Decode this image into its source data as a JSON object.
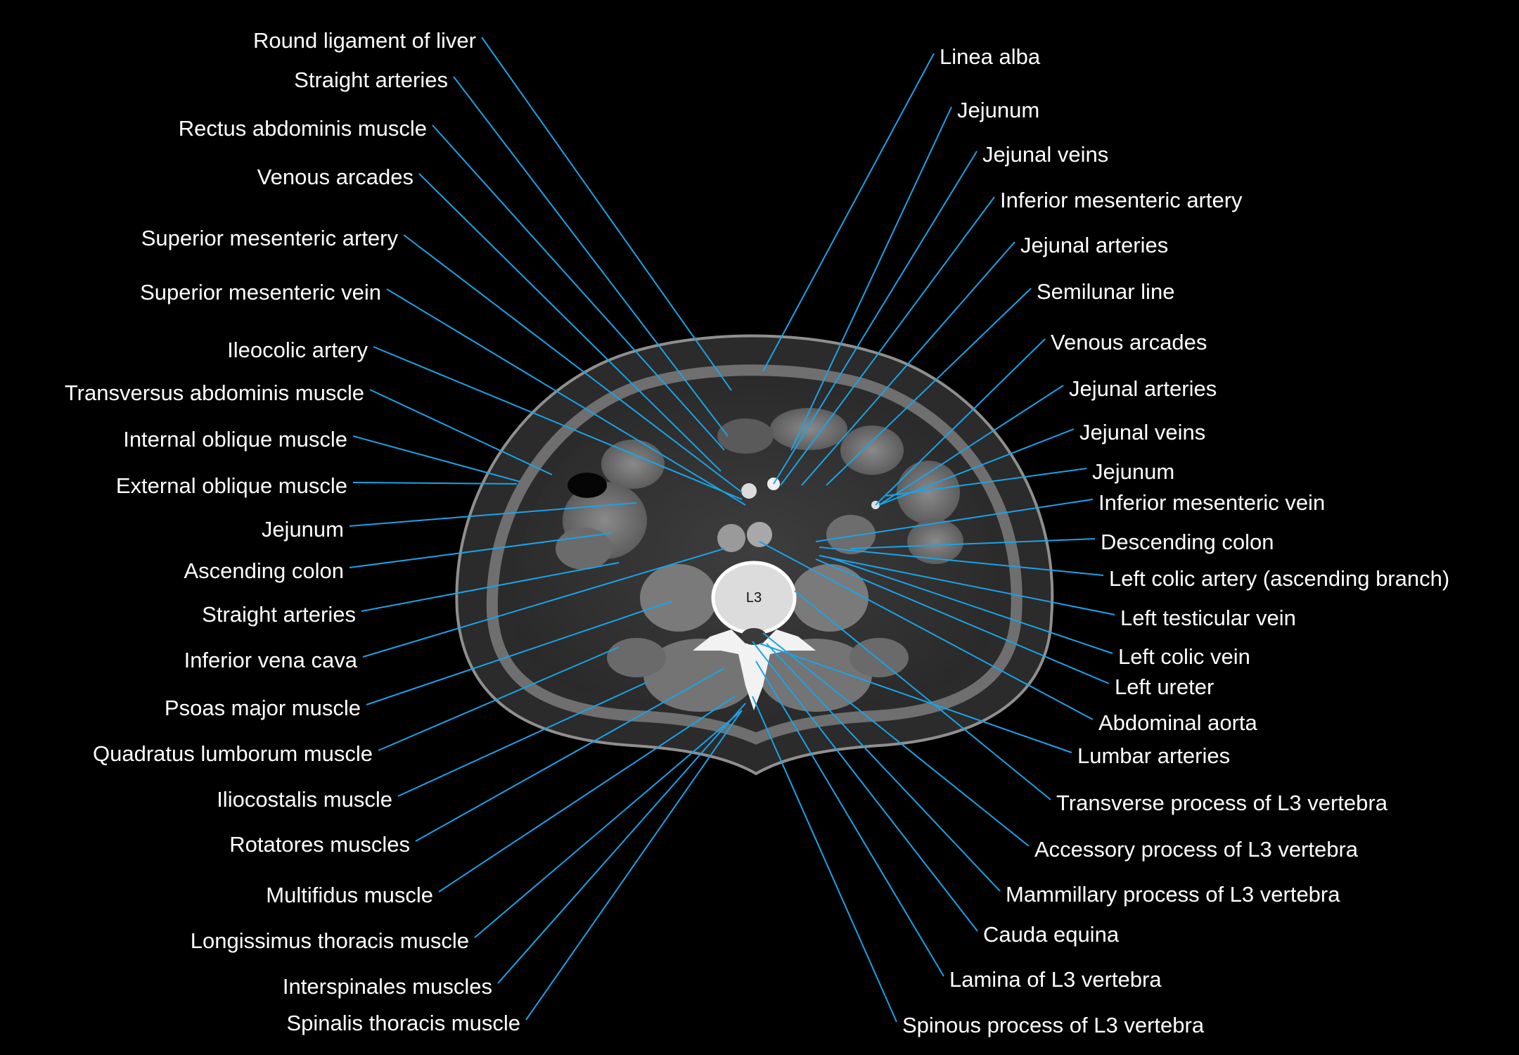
{
  "figure": {
    "vertebra_label": "L3",
    "leader_color": "#1aa3e8",
    "label_color": "#ffffff",
    "background_color": "#000000"
  },
  "left_labels": [
    "Round ligament of liver",
    "Straight arteries",
    "Rectus abdominis muscle",
    "Venous arcades",
    "Superior mesenteric artery",
    "Superior mesenteric vein",
    "Ileocolic  artery",
    "Transversus abdominis muscle",
    "Internal oblique muscle",
    "External oblique muscle",
    "Jejunum",
    "Ascending colon",
    "Straight arteries",
    "Inferior vena cava",
    "Psoas major muscle",
    "Quadratus lumborum muscle",
    "Iliocostalis muscle",
    "Rotatores muscles",
    "Multifidus muscle",
    "Longissimus thoracis muscle",
    "Interspinales muscles",
    "Spinalis thoracis muscle"
  ],
  "right_labels": [
    "Linea alba",
    "Jejunum",
    "Jejunal veins",
    "Inferior mesenteric artery",
    "Jejunal arteries",
    "Semilunar line",
    "Venous arcades",
    "Jejunal arteries",
    "Jejunal veins",
    "Jejunum",
    "Inferior mesenteric vein",
    "Descending colon",
    "Left colic  artery (ascending  branch)",
    "Left testicular vein",
    "Left colic vein",
    "Left ureter",
    "Abdominal aorta",
    "Lumbar arteries",
    "Transverse process of L3 vertebra",
    "Accessory process of L3 vertebra",
    "Mammillary process of L3 vertebra",
    "Cauda equina",
    "Lamina of L3 vertebra",
    "Spinous process of L3 vertebra"
  ]
}
